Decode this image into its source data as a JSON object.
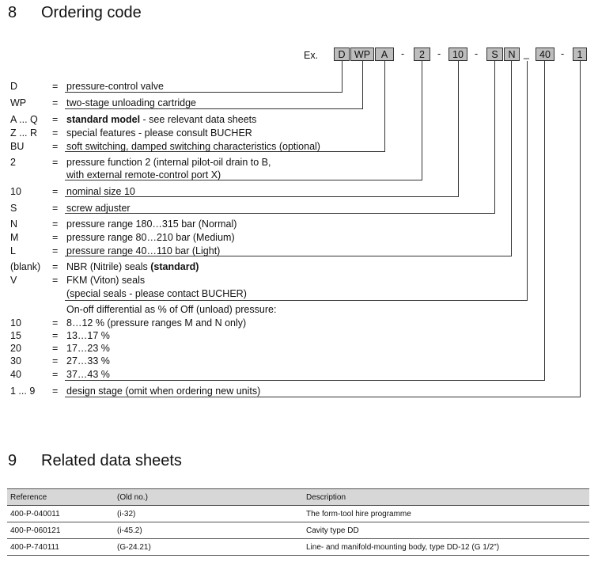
{
  "s8": {
    "num": "8",
    "title": "Ordering code"
  },
  "ex": {
    "label": "Ex.",
    "boxes": [
      "D",
      "WP",
      "A",
      "2",
      "10",
      "S",
      "N",
      "40",
      "1"
    ],
    "seps": [
      "-",
      "-",
      "-",
      "_",
      "-"
    ]
  },
  "rows": [
    {
      "code": "D",
      "eq": "=",
      "text": "pressure-control valve"
    },
    {
      "code": "WP",
      "eq": "=",
      "text": "two-stage unloading cartridge"
    },
    {
      "code": "A ... Q",
      "eq": "=",
      "bold": "standard model",
      "text": " - see relevant data sheets"
    },
    {
      "code": "Z ... R",
      "eq": "=",
      "text": "special features - please consult BUCHER"
    },
    {
      "code": "BU",
      "eq": "=",
      "text": "soft switching, damped switching characteristics (optional)"
    },
    {
      "code": "2",
      "eq": "=",
      "text": "pressure function 2 (internal pilot-oil drain to B,"
    },
    {
      "code": "",
      "eq": "",
      "text": "with external remote-control port X)"
    },
    {
      "code": "10",
      "eq": "=",
      "text": "nominal size 10"
    },
    {
      "code": "S",
      "eq": "=",
      "text": "screw adjuster"
    },
    {
      "code": "N",
      "eq": "=",
      "text": "pressure range 180…315 bar (Normal)"
    },
    {
      "code": "M",
      "eq": "=",
      "text": "pressure range   80…210 bar (Medium)"
    },
    {
      "code": "L",
      "eq": "=",
      "text": "pressure range   40…110 bar (Light)"
    },
    {
      "code": "(blank)",
      "eq": "=",
      "text": "NBR (Nitrile) seals  ",
      "bold_after": "(standard)"
    },
    {
      "code": "V",
      "eq": "=",
      "text": "FKM (Viton) seals"
    },
    {
      "code": "",
      "eq": "",
      "text": "(special seals - please contact BUCHER)"
    },
    {
      "code": "",
      "eq": "",
      "text": "On-off differential as % of Off (unload) pressure:"
    },
    {
      "code": "10",
      "eq": "=",
      "text": "   8…12 % (pressure ranges M and N only)"
    },
    {
      "code": "15",
      "eq": "=",
      "text": "13…17 %"
    },
    {
      "code": "20",
      "eq": "=",
      "text": "17…23 %"
    },
    {
      "code": "30",
      "eq": "=",
      "text": "27…33 %"
    },
    {
      "code": "40",
      "eq": "=",
      "text": "37…43 %"
    },
    {
      "code": "1 ... 9",
      "eq": "=",
      "text": "design stage (omit when ordering new units)"
    }
  ],
  "s9": {
    "num": "9",
    "title": "Related data sheets"
  },
  "table": {
    "headers": [
      "Reference",
      "(Old no.)",
      "Description"
    ],
    "rows": [
      [
        "400-P-040011",
        "(i-32)",
        "The form-tool hire programme"
      ],
      [
        "400-P-060121",
        "(i-45.2)",
        "Cavity type DD"
      ],
      [
        "400-P-740111",
        "(G-24.21)",
        "Line- and manifold-mounting body, type DD-12 (G 1/2\")"
      ]
    ]
  }
}
